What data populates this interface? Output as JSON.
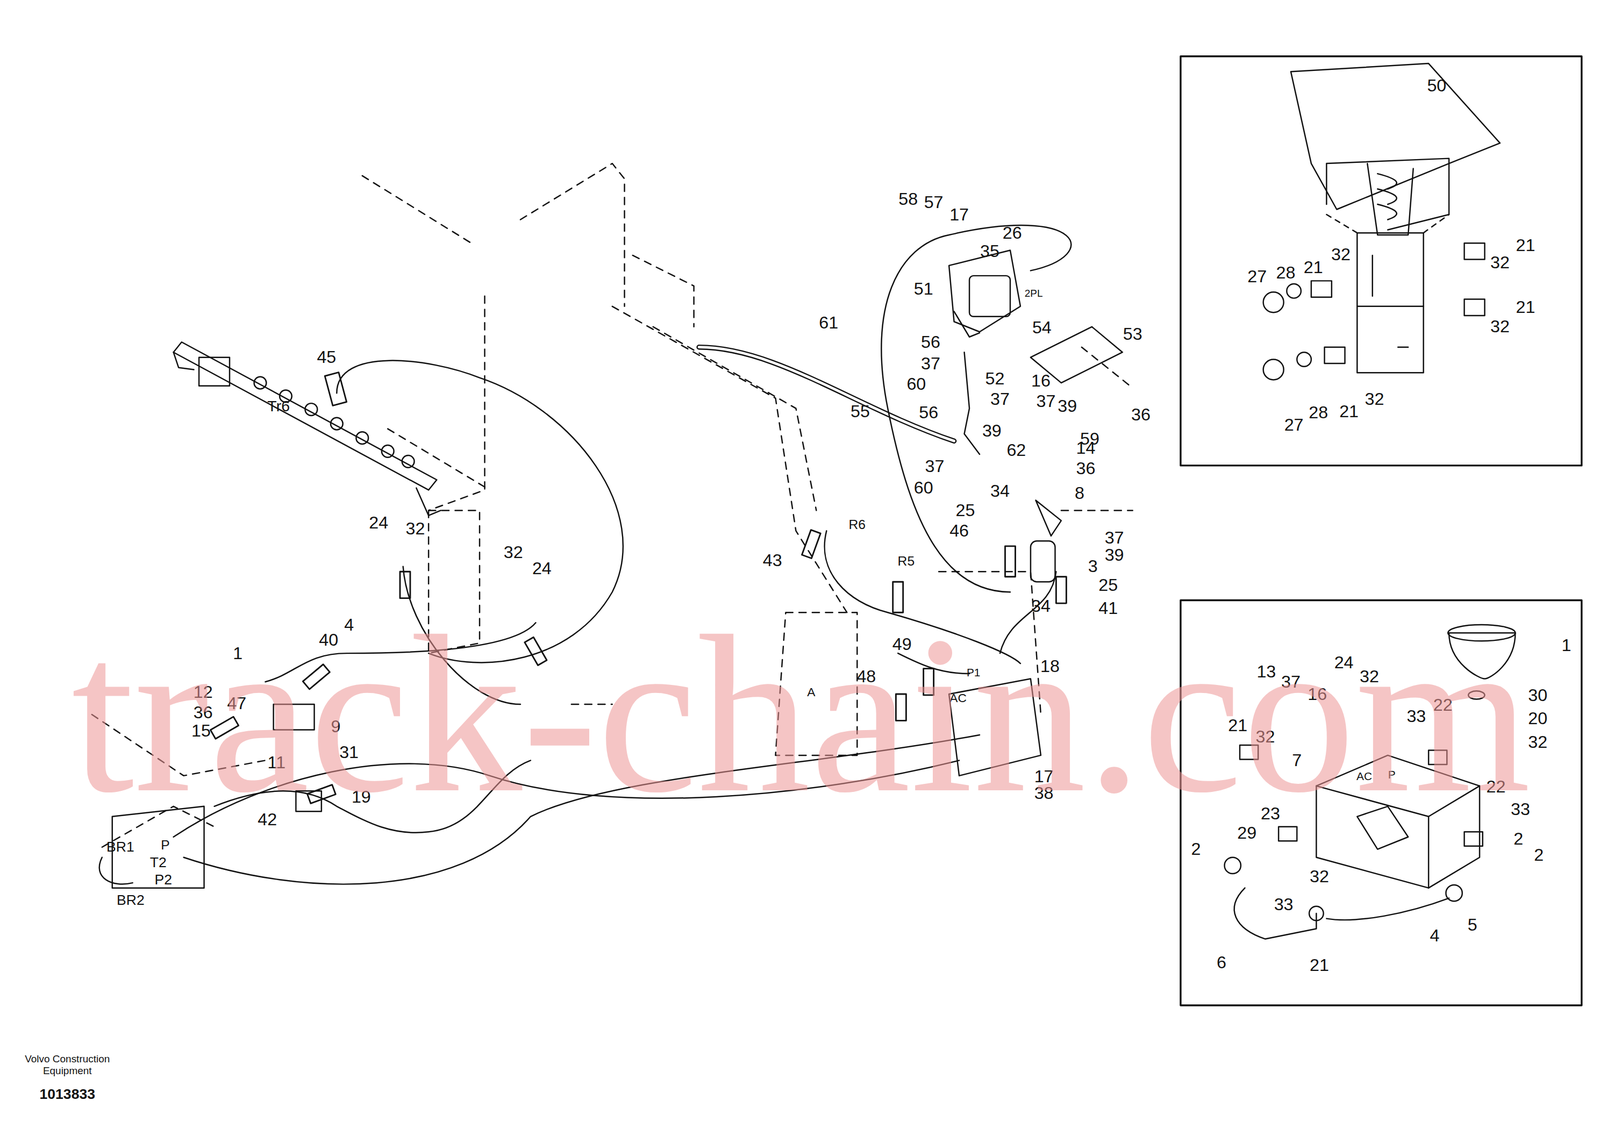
{
  "diagram": {
    "labels": [
      "58",
      "57",
      "17",
      "26",
      "35",
      "2PL",
      "51",
      "61",
      "54",
      "53",
      "56",
      "37",
      "52",
      "16",
      "60",
      "37",
      "37",
      "39",
      "56",
      "36",
      "55",
      "39",
      "59",
      "62",
      "14",
      "37",
      "36",
      "60",
      "34",
      "8",
      "25",
      "46",
      "37",
      "39",
      "3",
      "25",
      "34",
      "41",
      "R6",
      "R5",
      "43",
      "45",
      "Tr6",
      "24",
      "32",
      "32",
      "24",
      "4",
      "40",
      "1",
      "49",
      "18",
      "48",
      "P1",
      "AC",
      "A",
      "12",
      "47",
      "36",
      "9",
      "15",
      "31",
      "11",
      "19",
      "17",
      "38",
      "42",
      "BR1",
      "P",
      "T2",
      "P2",
      "BR2",
      "50",
      "21",
      "32",
      "27",
      "28",
      "21",
      "32",
      "21",
      "32",
      "27",
      "28",
      "21",
      "32",
      "1",
      "13",
      "24",
      "32",
      "37",
      "16",
      "30",
      "33",
      "22",
      "20",
      "21",
      "32",
      "32",
      "7",
      "AC",
      "P",
      "22",
      "23",
      "33",
      "2",
      "29",
      "2",
      "2",
      "32",
      "33",
      "5",
      "4",
      "6",
      "21",
      "Volvo Construction Equipment",
      "1013833",
      "track-chain.com"
    ]
  }
}
